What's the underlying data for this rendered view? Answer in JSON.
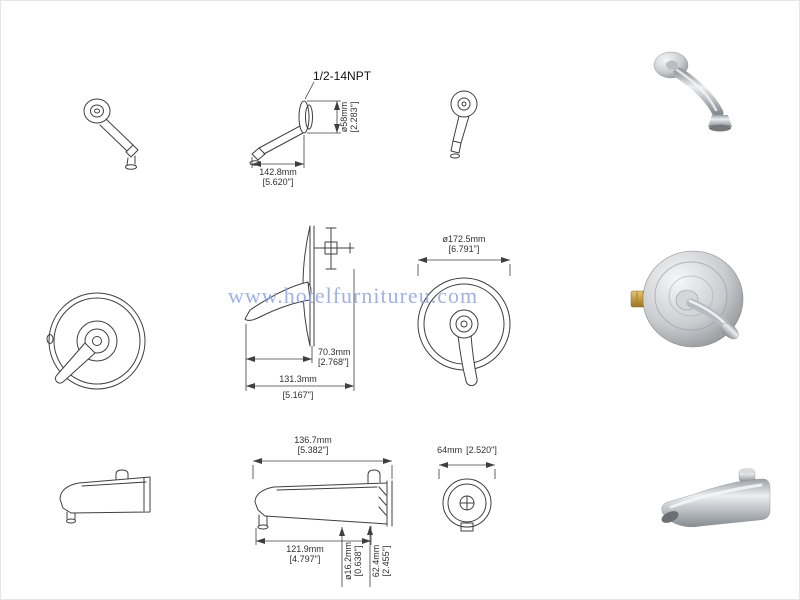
{
  "page": {
    "watermark_text": "www.hotelfurnitureu.com",
    "background": "#ffffff"
  },
  "colors": {
    "line": "#3f3f3f",
    "watermark": "#8fa5dc",
    "chrome_light": "#eceef0",
    "chrome_dark": "#878c90",
    "brass": "#c39a3e"
  },
  "shower_arm": {
    "thread_label": "1/2-14NPT",
    "length": {
      "mm": "142.8mm",
      "inch": "[5.620\"]"
    },
    "flange_diameter": {
      "mm": "ø58mm",
      "inch": "[2.283\"]"
    }
  },
  "shower_valve": {
    "handle_depth": {
      "mm": "70.3mm",
      "inch": "[2.768\"]"
    },
    "overall_depth": {
      "mm": "131.3mm",
      "inch": "[5.167\"]"
    },
    "plate_diameter": {
      "mm": "ø172.5mm",
      "inch": "[6.791\"]"
    }
  },
  "tub_spout": {
    "overall_length": {
      "mm": "136.7mm",
      "inch": "[5.382\"]"
    },
    "body_length": {
      "mm": "121.9mm",
      "inch": "[4.797\"]"
    },
    "outlet_diameter": {
      "mm": "ø16.2mm",
      "inch": "[0.638\"]"
    },
    "height": {
      "mm": "62.4mm",
      "inch": "[2.455\"]"
    },
    "end_width": {
      "mm": "64mm",
      "inch": "[2.520\"]"
    }
  }
}
